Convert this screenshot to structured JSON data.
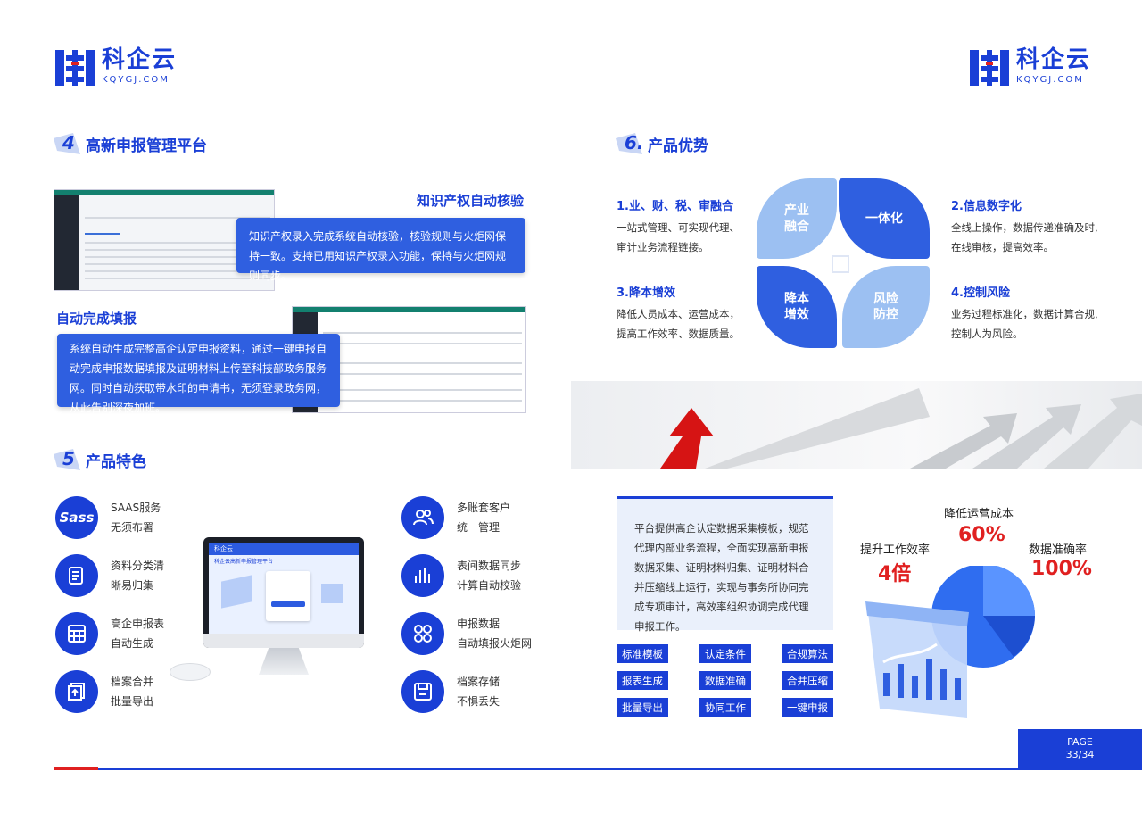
{
  "logo": {
    "name": "科企云",
    "domain": "KQYGJ.COM"
  },
  "section4": {
    "num": "4",
    "title": "高新申报管理平台"
  },
  "section5": {
    "num": "5",
    "title": "产品特色"
  },
  "section6": {
    "num": "6.",
    "title": "产品优势"
  },
  "ip_check": {
    "title": "知识产权自动核验",
    "text": "知识产权录入完成系统自动核验，核验规则与火炬网保持一致。支持已用知识产权录入功能，保持与火炬网规则同步。"
  },
  "autofill": {
    "title": "自动完成填报",
    "text": "系统自动生成完整高企认定申报资料，通过一键申报自动完成申报数据填报及证明材料上传至科技部政务服务网。同时自动获取带水印的申请书，无须登录政务网，从此告别深夜加班。"
  },
  "features": [
    {
      "icon": "sass-icon",
      "line1": "SAAS服务",
      "line2": "无须布署"
    },
    {
      "icon": "document-edit-icon",
      "line1": "资料分类清",
      "line2": "晰易归集"
    },
    {
      "icon": "table-grid-icon",
      "line1": "高企申报表",
      "line2": "自动生成"
    },
    {
      "icon": "file-export-icon",
      "line1": "档案合并",
      "line2": "批量导出"
    },
    {
      "icon": "users-icon",
      "line1": "多账套客户",
      "line2": "统一管理"
    },
    {
      "icon": "bar-chart-icon",
      "line1": "表间数据同步",
      "line2": "计算自动校验"
    },
    {
      "icon": "clover-icon",
      "line1": "申报数据",
      "line2": "自动填报火炬网"
    },
    {
      "icon": "floppy-save-icon",
      "line1": "档案存储",
      "line2": "不惧丢失"
    }
  ],
  "monitor": {
    "brand": "科企云",
    "app_title": "科企云高新申报管理平台"
  },
  "advantages": [
    {
      "title": "1.业、财、税、审融合",
      "desc1": "一站式管理、可实现代理、",
      "desc2": "审计业务流程链接。"
    },
    {
      "title": "2.信息数字化",
      "desc1": "全线上操作，数据传递准确及时,",
      "desc2": "在线审核，提高效率。"
    },
    {
      "title": "3.降本增效",
      "desc1": "降低人员成本、运营成本，",
      "desc2": "提高工作效率、数据质量。"
    },
    {
      "title": "4.控制风险",
      "desc1": "业务过程标准化，数据计算合规,",
      "desc2": "控制人为风险。"
    }
  ],
  "petals": {
    "tl": [
      "产业",
      "融合"
    ],
    "tr": [
      "一体化"
    ],
    "bl": [
      "降本",
      "增效"
    ],
    "br": [
      "风险",
      "防控"
    ]
  },
  "summary": "平台提供高企认定数据采集模板，规范代理内部业务流程，全面实现高新申报数据采集、证明材料归集、证明材料合并压缩线上运行，实现与事务所协同完成专项审计，高效率组织协调完成代理申报工作。",
  "tags": [
    "标准模板",
    "认定条件",
    "合规算法",
    "报表生成",
    "数据准确",
    "合并压缩",
    "批量导出",
    "协同工作",
    "一键申报"
  ],
  "stats": [
    {
      "label": "降低运营成本",
      "value": "60%"
    },
    {
      "label": "提升工作效率",
      "value": "4倍"
    },
    {
      "label": "数据准确率",
      "value": "100%"
    }
  ],
  "page": {
    "label": "PAGE",
    "number": "33/34"
  }
}
